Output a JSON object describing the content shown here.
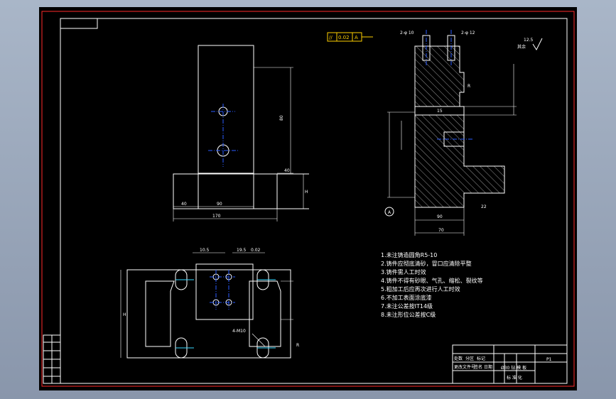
{
  "drawing": {
    "tech_notes": [
      "1.未注铸造圆角R5-10",
      "2.铸件应彻底清砂，冒口应清除平整",
      "3.铸件需人工时效",
      "4.铸件不得有砂眼、气孔、缩松、裂纹等",
      "5.粗加工后应再次进行人工时效",
      "6.不加工表面涂底漆",
      "7.未注公差按IT14级",
      "8.未注形位公差按C级"
    ],
    "front_view_dims": {
      "width_overall": "170",
      "width_upper": "90",
      "left_offset": "40",
      "height_right": "H",
      "base_height": "40",
      "total_height": "80"
    },
    "section_view_dims": {
      "roughness_note": "其余",
      "roughness_value": "12.5",
      "tolerance_frame_symbol": "//",
      "tolerance_frame_value": "0.02",
      "tolerance_frame_datum": "A",
      "base_width": "90",
      "inner_width": "70",
      "datum_label": "A",
      "depth_label": "15",
      "bore_label": "2-φ 10",
      "counterbore_label": "2-φ 12",
      "chamfer_label": "22",
      "side_label": "R"
    },
    "top_view_dims": {
      "left_spacing": "10.5",
      "right_spacing": "19.5",
      "tolerance": "0.02",
      "slot_label": "R",
      "hole_callout": "4-M10",
      "height_label": "H"
    },
    "title_block": {
      "drawing_number": "P1",
      "part_name": "Ø30 钻 模 板",
      "row_labels": [
        "处数",
        "分区",
        "标记",
        "更改文件号",
        "签名",
        "日期"
      ],
      "bottom_label": "标 准 化"
    }
  }
}
